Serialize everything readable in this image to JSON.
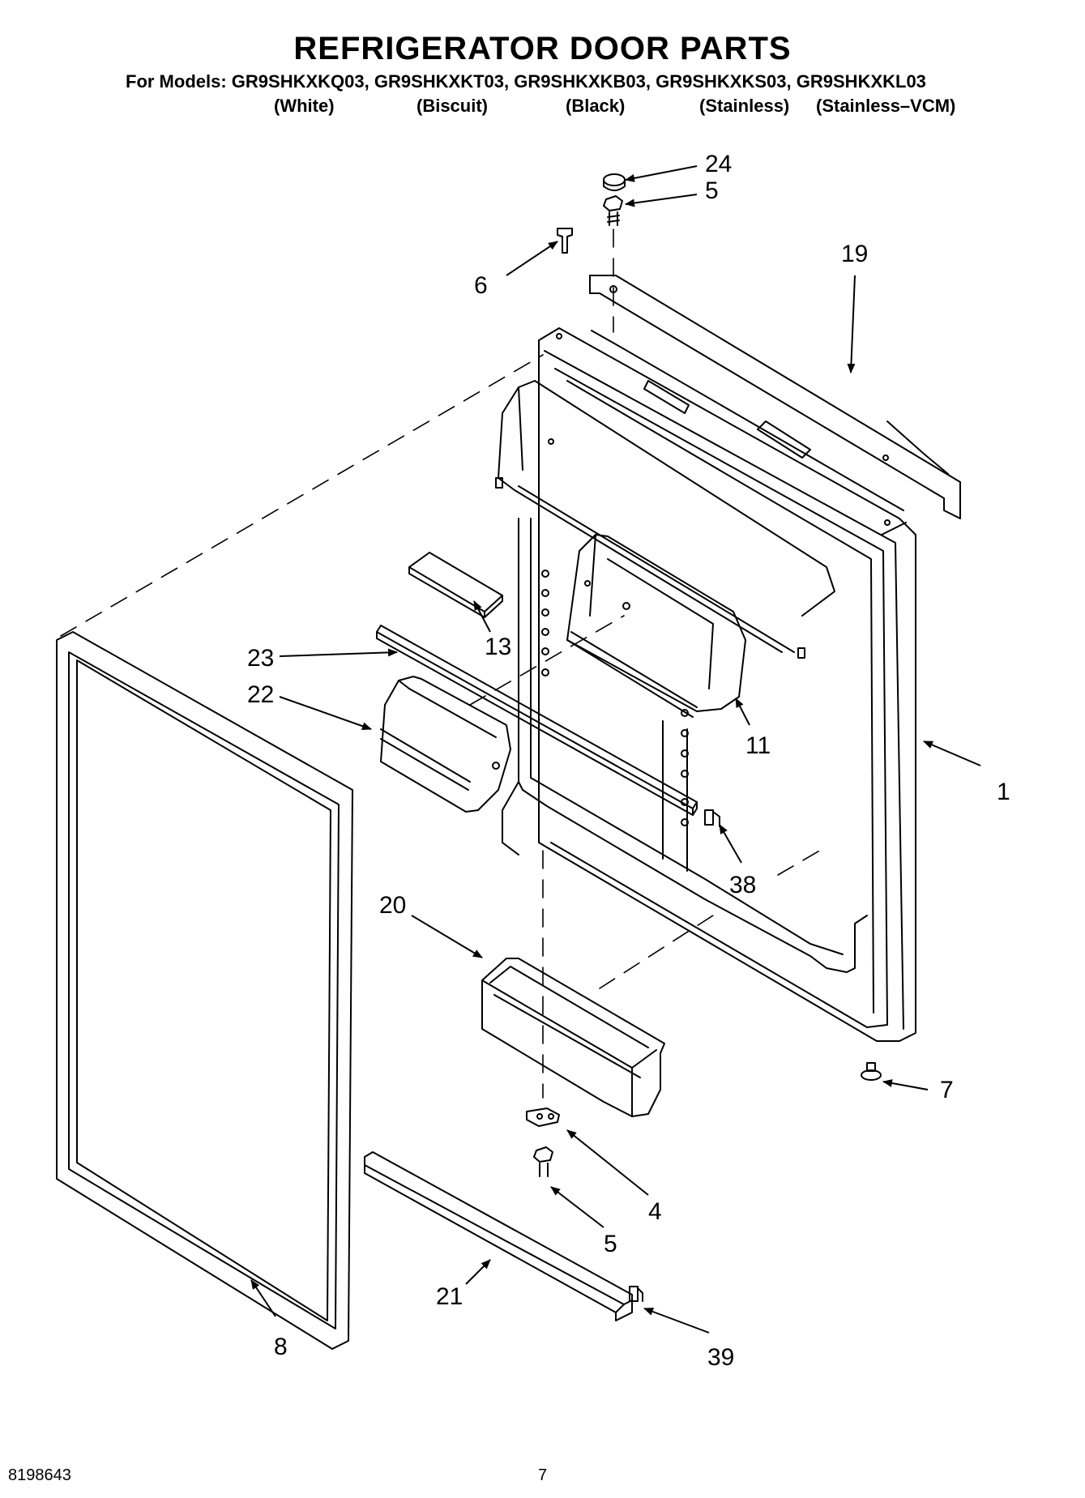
{
  "header": {
    "title": "REFRIGERATOR DOOR PARTS",
    "models_prefix": "For Models:",
    "models": [
      "GR9SHKXKQ03,",
      "GR9SHKXKT03,",
      "GR9SHKXKB03,",
      "GR9SHKXKS03,",
      "GR9SHKXKL03"
    ],
    "finishes": [
      "(White)",
      "(Biscuit)",
      "(Black)",
      "(Stainless)",
      "(Stainless–VCM)"
    ]
  },
  "callouts": {
    "c24": "24",
    "c5a": "5",
    "c19": "19",
    "c6": "6",
    "c13": "13",
    "c23": "23",
    "c22": "22",
    "c11": "11",
    "c1": "1",
    "c38": "38",
    "c20": "20",
    "c7": "7",
    "c4": "4",
    "c5b": "5",
    "c21": "21",
    "c8": "8",
    "c39": "39"
  },
  "footer": {
    "doc_number": "8198643",
    "page_number": "7"
  }
}
